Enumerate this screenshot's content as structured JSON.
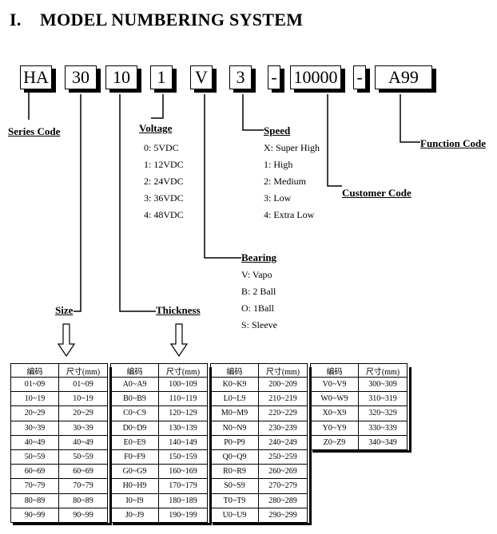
{
  "heading": {
    "number": "I.",
    "title": "MODEL NUMBERING SYSTEM"
  },
  "model_boxes": [
    "HA",
    "30",
    "10",
    "1",
    "V",
    "3",
    "-",
    "10000",
    "-",
    "A99"
  ],
  "labels": {
    "series": "Series Code",
    "size": "Size",
    "thickness": "Thickness",
    "voltage": "Voltage",
    "bearing": "Bearing",
    "speed": "Speed",
    "customer": "Customer Code",
    "function": "Function Code"
  },
  "voltage_options": [
    "0: 5VDC",
    "1: 12VDC",
    "2: 24VDC",
    "3: 36VDC",
    "4: 48VDC"
  ],
  "speed_options": [
    "X: Super High",
    "1: High",
    "2: Medium",
    "3: Low",
    "4: Extra Low"
  ],
  "bearing_options": [
    "V: Vapo",
    "B: 2 Ball",
    "O: 1Ball",
    "S: Sleeve"
  ],
  "arrow_glyph": "⇩",
  "tables": [
    {
      "headers": [
        "编码",
        "尺寸(mm)"
      ],
      "rows": [
        [
          "01~09",
          "01~09"
        ],
        [
          "10~19",
          "10~19"
        ],
        [
          "20~29",
          "20~29"
        ],
        [
          "30~39",
          "30~39"
        ],
        [
          "40~49",
          "40~49"
        ],
        [
          "50~59",
          "50~59"
        ],
        [
          "60~69",
          "60~69"
        ],
        [
          "70~79",
          "70~79"
        ],
        [
          "80~89",
          "80~89"
        ],
        [
          "90~99",
          "90~99"
        ]
      ]
    },
    {
      "headers": [
        "编码",
        "尺寸(mm)"
      ],
      "rows": [
        [
          "A0~A9",
          "100~109"
        ],
        [
          "B0~B9",
          "110~119"
        ],
        [
          "C0~C9",
          "120~129"
        ],
        [
          "D0~D9",
          "130~139"
        ],
        [
          "E0~E9",
          "140~149"
        ],
        [
          "F0~F9",
          "150~159"
        ],
        [
          "G0~G9",
          "160~169"
        ],
        [
          "H0~H9",
          "170~179"
        ],
        [
          "I0~I9",
          "180~189"
        ],
        [
          "J0~J9",
          "190~199"
        ]
      ]
    },
    {
      "headers": [
        "编码",
        "尺寸(mm)"
      ],
      "rows": [
        [
          "K0~K9",
          "200~209"
        ],
        [
          "L0~L9",
          "210~219"
        ],
        [
          "M0~M9",
          "220~229"
        ],
        [
          "N0~N9",
          "230~239"
        ],
        [
          "P0~P9",
          "240~249"
        ],
        [
          "Q0~Q9",
          "250~259"
        ],
        [
          "R0~R9",
          "260~269"
        ],
        [
          "S0~S9",
          "270~279"
        ],
        [
          "T0~T9",
          "280~289"
        ],
        [
          "U0~U9",
          "290~299"
        ]
      ]
    },
    {
      "headers": [
        "编码",
        "尺寸(mm)"
      ],
      "rows": [
        [
          "V0~V9",
          "300~309"
        ],
        [
          "W0~W9",
          "310~319"
        ],
        [
          "X0~X9",
          "320~329"
        ],
        [
          "Y0~Y9",
          "330~339"
        ],
        [
          "Z0~Z9",
          "340~349"
        ]
      ]
    }
  ]
}
